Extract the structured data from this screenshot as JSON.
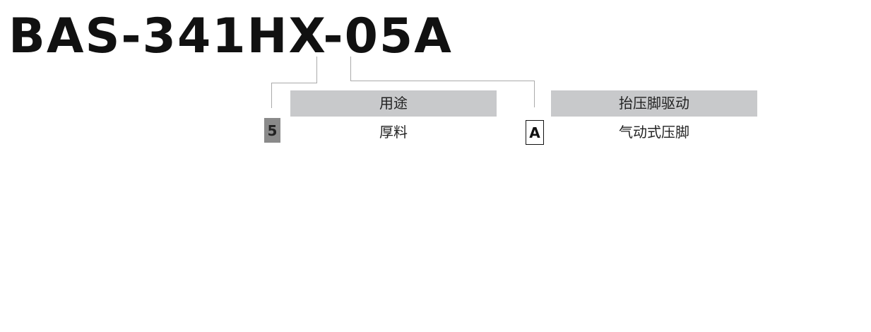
{
  "model_code": "BAS-341HX-05A",
  "options": [
    {
      "code": "5",
      "header": "用途",
      "value": "厚料"
    },
    {
      "code": "A",
      "header": "抬压脚驱动",
      "value": "气动式压脚"
    }
  ]
}
